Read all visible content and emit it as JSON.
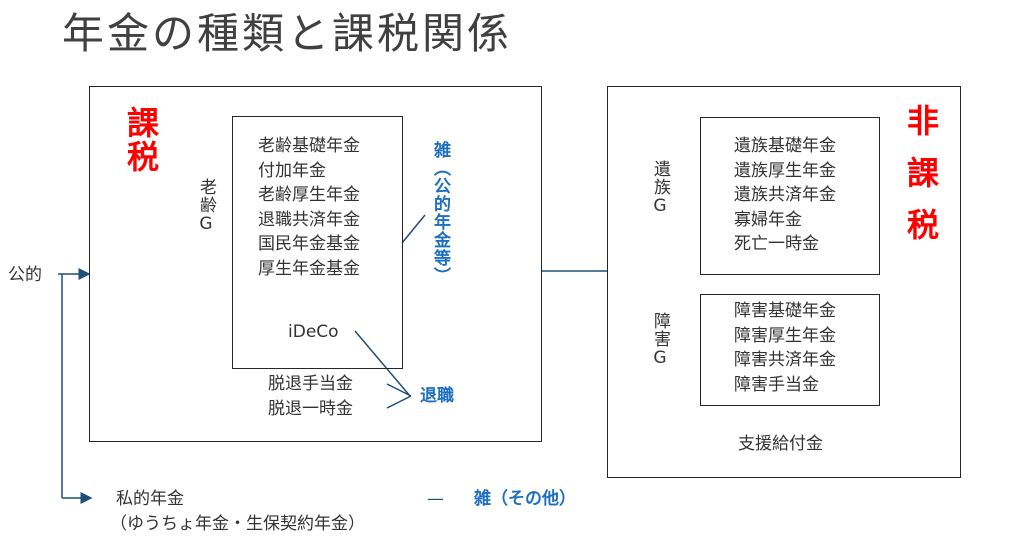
{
  "title": "年金の種類と課税関係",
  "taxed": {
    "label": "課税",
    "group_label": "老齢G",
    "pensions": [
      "老齢基礎年金",
      "付加年金",
      "老齢厚生年金",
      "退職共済年金",
      "国民年金基金",
      "厚生年金基金"
    ],
    "ideco": "iDeCo",
    "misc_label": "雑（公的年金等）",
    "lump": [
      "脱退手当金",
      "脱退一時金"
    ],
    "retirement_label": "退職"
  },
  "nontaxed": {
    "label": "非課税",
    "survivor_group_label": "遺族G",
    "survivor_pensions": [
      "遺族基礎年金",
      "遺族厚生年金",
      "遺族共済年金",
      "寡婦年金",
      "死亡一時金"
    ],
    "disability_group_label": "障害G",
    "disability_pensions": [
      "障害基礎年金",
      "障害厚生年金",
      "障害共済年金",
      "障害手当金"
    ],
    "support": "支援給付金"
  },
  "public_label": "公的",
  "private": {
    "label": "私的年金",
    "detail": "（ゆうちょ年金・生保契約年金）",
    "dash": "—",
    "tax_label": "雑（その他）"
  },
  "colors": {
    "red": "#ff0000",
    "blue": "#1f6fbf",
    "line": "#1f4e79",
    "border": "#262626"
  }
}
